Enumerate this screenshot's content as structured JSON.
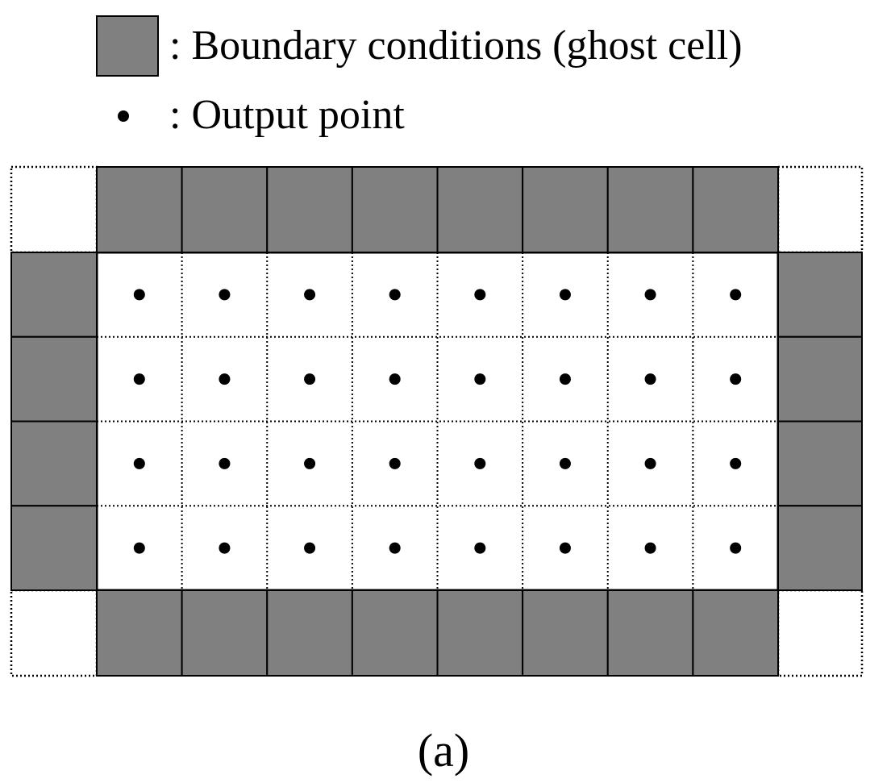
{
  "legend": {
    "ghost_cell_label": ": Boundary conditions (ghost cell)",
    "output_point_label": ": Output point"
  },
  "grid": {
    "interior_columns": 8,
    "interior_rows": 4
  },
  "caption": "(a)",
  "colors": {
    "ghost_cell_fill": "#808080",
    "cell_stroke": "#000000",
    "output_point": "#000000",
    "background": "#ffffff"
  }
}
